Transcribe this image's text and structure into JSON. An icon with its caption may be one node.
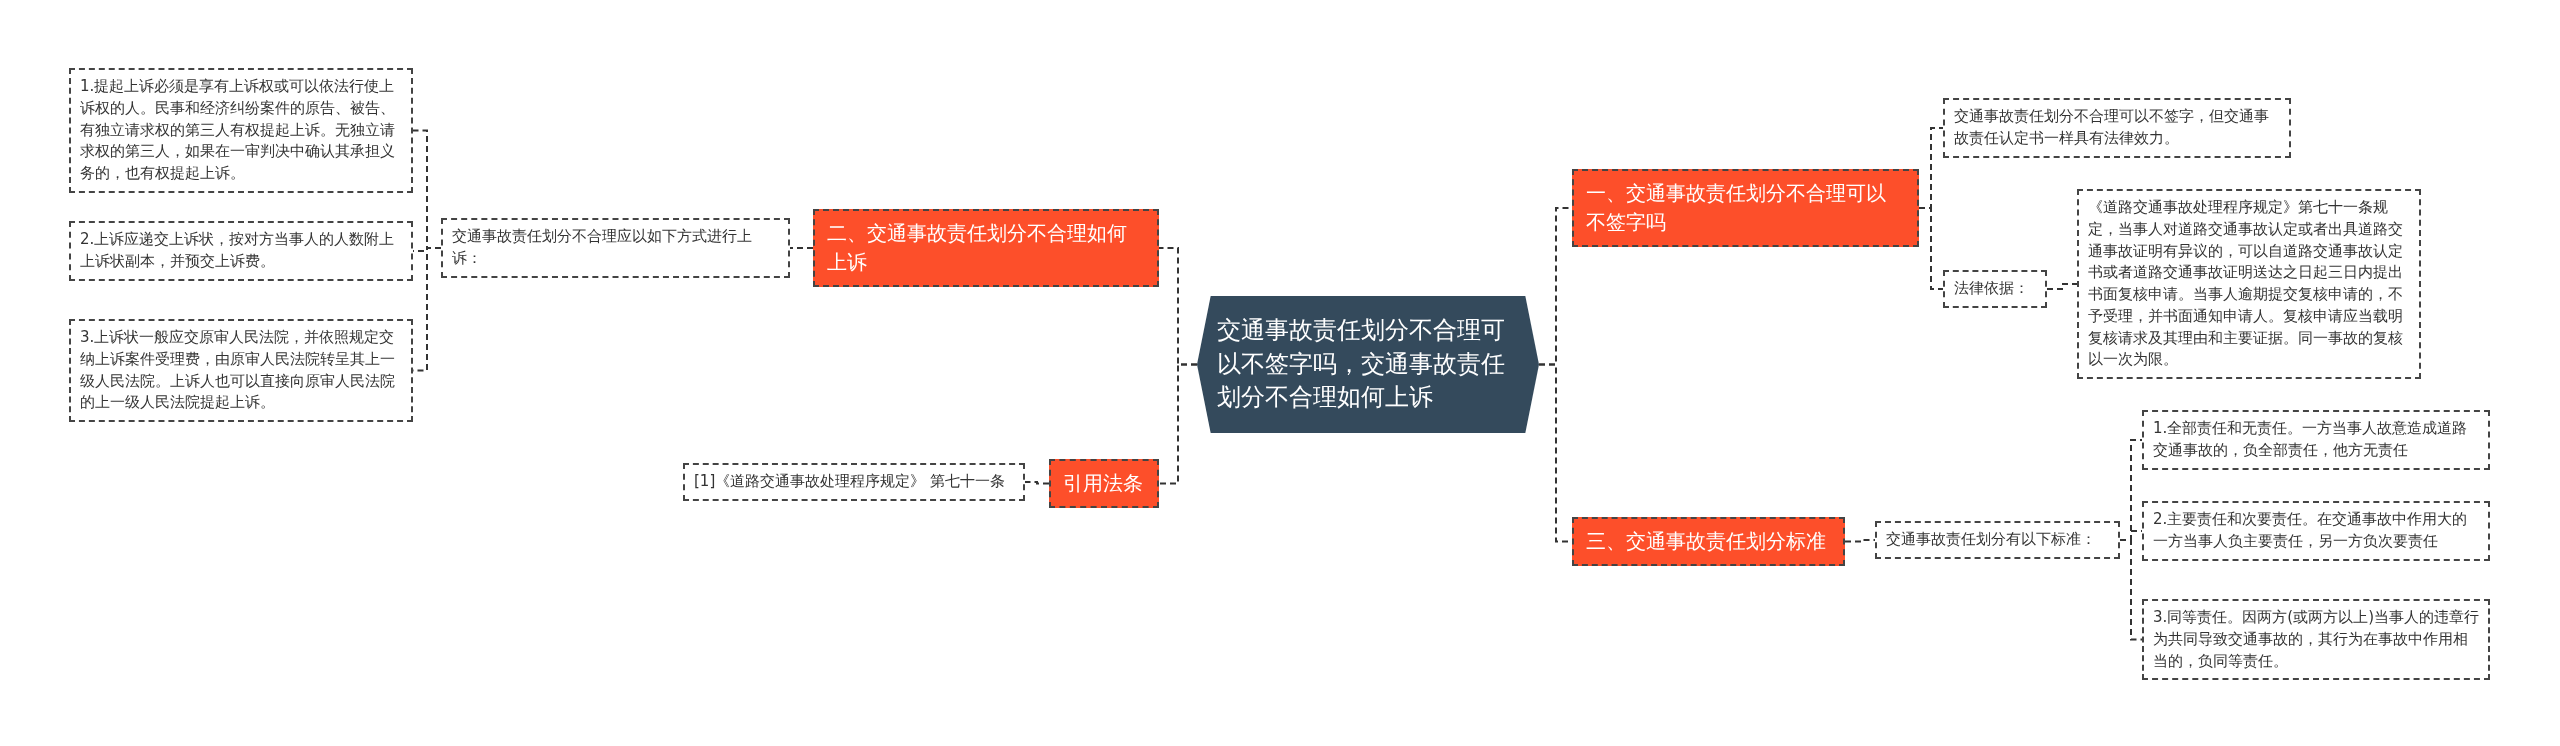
{
  "diagram": {
    "nodes": [
      {
        "text": [
          "交通事故责任划分不合理可以不签字吗，交通事故责任划分不合理如何上诉"
        ]
      },
      {
        "text": [
          "二、交通事故责任划分不合理如何上诉"
        ]
      },
      {
        "text": [
          "交通事故责任划分不合理应以如下方式进行上诉："
        ]
      },
      {
        "text": [
          "1.提起上诉必须是享有上诉权或可以依法行使上诉权的人。民事和经济纠纷案件的原告、被告、有独立请求权的第三人有权提起上诉。无独立请求权的第三人，如果在一审判决中确认其承担义务的，也有权提起上诉。"
        ]
      },
      {
        "text": [
          "2.上诉应递交上诉状，按对方当事人的人数附上上诉状副本，并预交上诉费。"
        ]
      },
      {
        "text": [
          "3.上诉状一般应交原审人民法院，并依照规定交纳上诉案件受理费，由原审人民法院转呈其上一级人民法院。上诉人也可以直接向原审人民法院的上一级人民法院提起上诉。"
        ]
      },
      {
        "text": [
          "引用法条"
        ]
      },
      {
        "text": [
          "[1]《道路交通事故处理程序规定》 第七十一条"
        ]
      },
      {
        "text": [
          "一、交通事故责任划分不合理可以不签字吗"
        ]
      },
      {
        "text": [
          "交通事故责任划分不合理可以不签字，但交通事故责任认定书一样具有法律效力。"
        ]
      },
      {
        "text": [
          "法律依据："
        ]
      },
      {
        "text": [
          "《道路交通事故处理程序规定》第七十一条规定，当事人对道路交通事故认定或者出具道路交通事故证明有异议的，可以自道路交通事故认定书或者道路交通事故证明送达之日起三日内提出书面复核申请。当事人逾期提交复核申请的，不予受理，并书面通知申请人。复核申请应当载明复核请求及其理由和主要证据。同一事故的复核以一次为限。"
        ]
      },
      {
        "text": [
          "三、交通事故责任划分标准"
        ]
      },
      {
        "text": [
          "交通事故责任划分有以下标准："
        ]
      },
      {
        "text": [
          "1.全部责任和无责任。一方当事人故意造成道路交通事故的，负全部责任，他方无责任"
        ]
      },
      {
        "text": [
          "2.主要责任和次要责任。在交通事故中作用大的一方当事人负主要责任，另一方负次要责任"
        ]
      },
      {
        "text": [
          "3.同等责任。因两方(或两方以上)当事人的违章行为共同导致交通事故的，其行为在事故中作用相当的，负同等责任。"
        ]
      }
    ],
    "edges": [
      {
        "from": 0,
        "to": 1,
        "arrow": "none"
      },
      {
        "from": 1,
        "to": 2,
        "arrow": "none"
      },
      {
        "from": 2,
        "to": 3,
        "arrow": "none"
      },
      {
        "from": 2,
        "to": 4,
        "arrow": "none"
      },
      {
        "from": 2,
        "to": 5,
        "arrow": "none"
      },
      {
        "from": 0,
        "to": 6,
        "arrow": "none"
      },
      {
        "from": 6,
        "to": 7,
        "arrow": "none"
      },
      {
        "from": 0,
        "to": 8,
        "arrow": "none"
      },
      {
        "from": 8,
        "to": 9,
        "arrow": "none"
      },
      {
        "from": 8,
        "to": 10,
        "arrow": "none"
      },
      {
        "from": 10,
        "to": 11,
        "arrow": "none"
      },
      {
        "from": 0,
        "to": 12,
        "arrow": "none"
      },
      {
        "from": 12,
        "to": 13,
        "arrow": "none"
      },
      {
        "from": 13,
        "to": 14,
        "arrow": "none"
      },
      {
        "from": 13,
        "to": 15,
        "arrow": "none"
      },
      {
        "from": 13,
        "to": 16,
        "arrow": "none"
      }
    ]
  }
}
